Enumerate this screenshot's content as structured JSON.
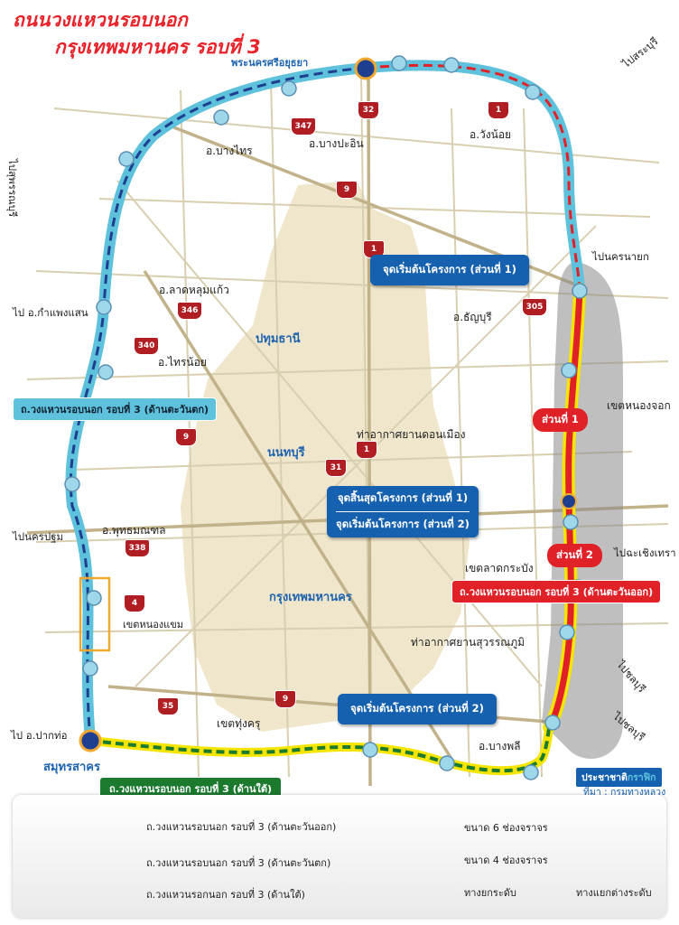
{
  "title": {
    "line1": "ถนนวงแหวนรอบนอก",
    "line2": "กรุงเทพมหานคร รอบที่ 3"
  },
  "places": {
    "ayutthaya": "พระนครศรีอยุธยา",
    "bang_sai_nearby": "อ.บางไทร",
    "bang_pa_in": "อ.บางปะอิน",
    "wang_noi": "อ.วังน้อย",
    "lat_lum_kaeo": "อ.ลาดหลุมแก้ว",
    "sai_noi": "อ.ไทรน้อย",
    "thanyaburi": "อ.ธัญบุรี",
    "phutthamonthon": "อ.พุทธมณฑล",
    "nong_khaem": "เขตหนองแขม",
    "thung_khru": "เขตทุ่งครุ",
    "bang_phli": "อ.บางพลี",
    "nong_chok": "เขตหนองจอก",
    "lat_krabang": "เขตลาดกระบัง",
    "don_mueang": "ท่าอากาศยานดอนเมือง",
    "suvarnabhumi": "ท่าอากาศยานสุวรรณภูมิ",
    "samut_sakhon": "สมุทรสาคร"
  },
  "provinces": {
    "pathum_thani": "ปทุมธานี",
    "nonthaburi": "นนทบุรี",
    "bangkok": "กรุงเทพมหานคร"
  },
  "destinations": {
    "saraburi": "ไปสระบุรี",
    "suphanburi": "ไปสุพรรณบุรี",
    "nakhon_nayok": "ไปนครนายก",
    "kamphaeng_saen": "ไป อ.กำแพงแสน",
    "nakhon_pathom": "ไปนครปฐม",
    "chachoengsao": "ไปฉะเชิงเทรา",
    "chonburi_1": "ไปชลบุรี",
    "chonburi_2": "ไปชลบุรี",
    "pak_tho": "ไป อ.ปากท่อ"
  },
  "callouts": {
    "start_part1": "จุดเริ่มต้นโครงการ (ส่วนที่ 1)",
    "end_part1": "จุดสิ้นสุดโครงการ (ส่วนที่ 1)",
    "start_part2_a": "จุดเริ่มต้นโครงการ (ส่วนที่ 2)",
    "start_part2_b": "จุดเริ่มต้นโครงการ (ส่วนที่ 2)"
  },
  "sections": {
    "part1": "ส่วนที่ 1",
    "part2": "ส่วนที่ 2"
  },
  "road_labels": {
    "west": "ถ.วงแหวนรอบนอก รอบที่ 3 (ด้านตะวันตก)",
    "east": "ถ.วงแหวนรอบนอก รอบที่ 3 (ด้านตะวันออก)",
    "south": "ถ.วงแหวนรอบนอก รอบที่ 3 (ด้านใต้)"
  },
  "route_numbers": {
    "r32": "32",
    "r1_top": "1",
    "r347": "347",
    "r9_top": "9",
    "r1_mid": "1",
    "r305": "305",
    "r346": "346",
    "r340": "340",
    "r9_west": "9",
    "r1_dm": "1",
    "r31": "31",
    "r338": "338",
    "r4": "4",
    "r35": "35",
    "r9_south": "9"
  },
  "credit": {
    "brand_a": "ประชาชาติ",
    "brand_b": "กราฟิก",
    "source": "ที่มา : กรมทางหลวง"
  },
  "legend": {
    "east_road": "ถ.วงแหวนรอบนอก รอบที่ 3 (ด้านตะวันออก)",
    "west_road": "ถ.วงแหวนรอบนอก รอบที่ 3 (ด้านตะวันตก)",
    "south_road": "ถ.วงแหวนรอกนอก รอบที่ 3 (ด้านใต้)",
    "six_lanes": "ขนาด 6 ช่องจราจร",
    "four_lanes": "ขนาด 4 ช่องจราจร",
    "elevated": "ทางยกระดับ",
    "interchange": "ทางแยกต่างระดับ"
  },
  "colors": {
    "east_red": "#e02128",
    "west_blue": "#1e3f8f",
    "south_green": "#1c7a2f",
    "four_lane_cyan": "#5ec2dc",
    "six_lane_yellow": "#f5e500",
    "elevated_orange": "#f0a830",
    "urban_beige": "#efe6cc"
  }
}
